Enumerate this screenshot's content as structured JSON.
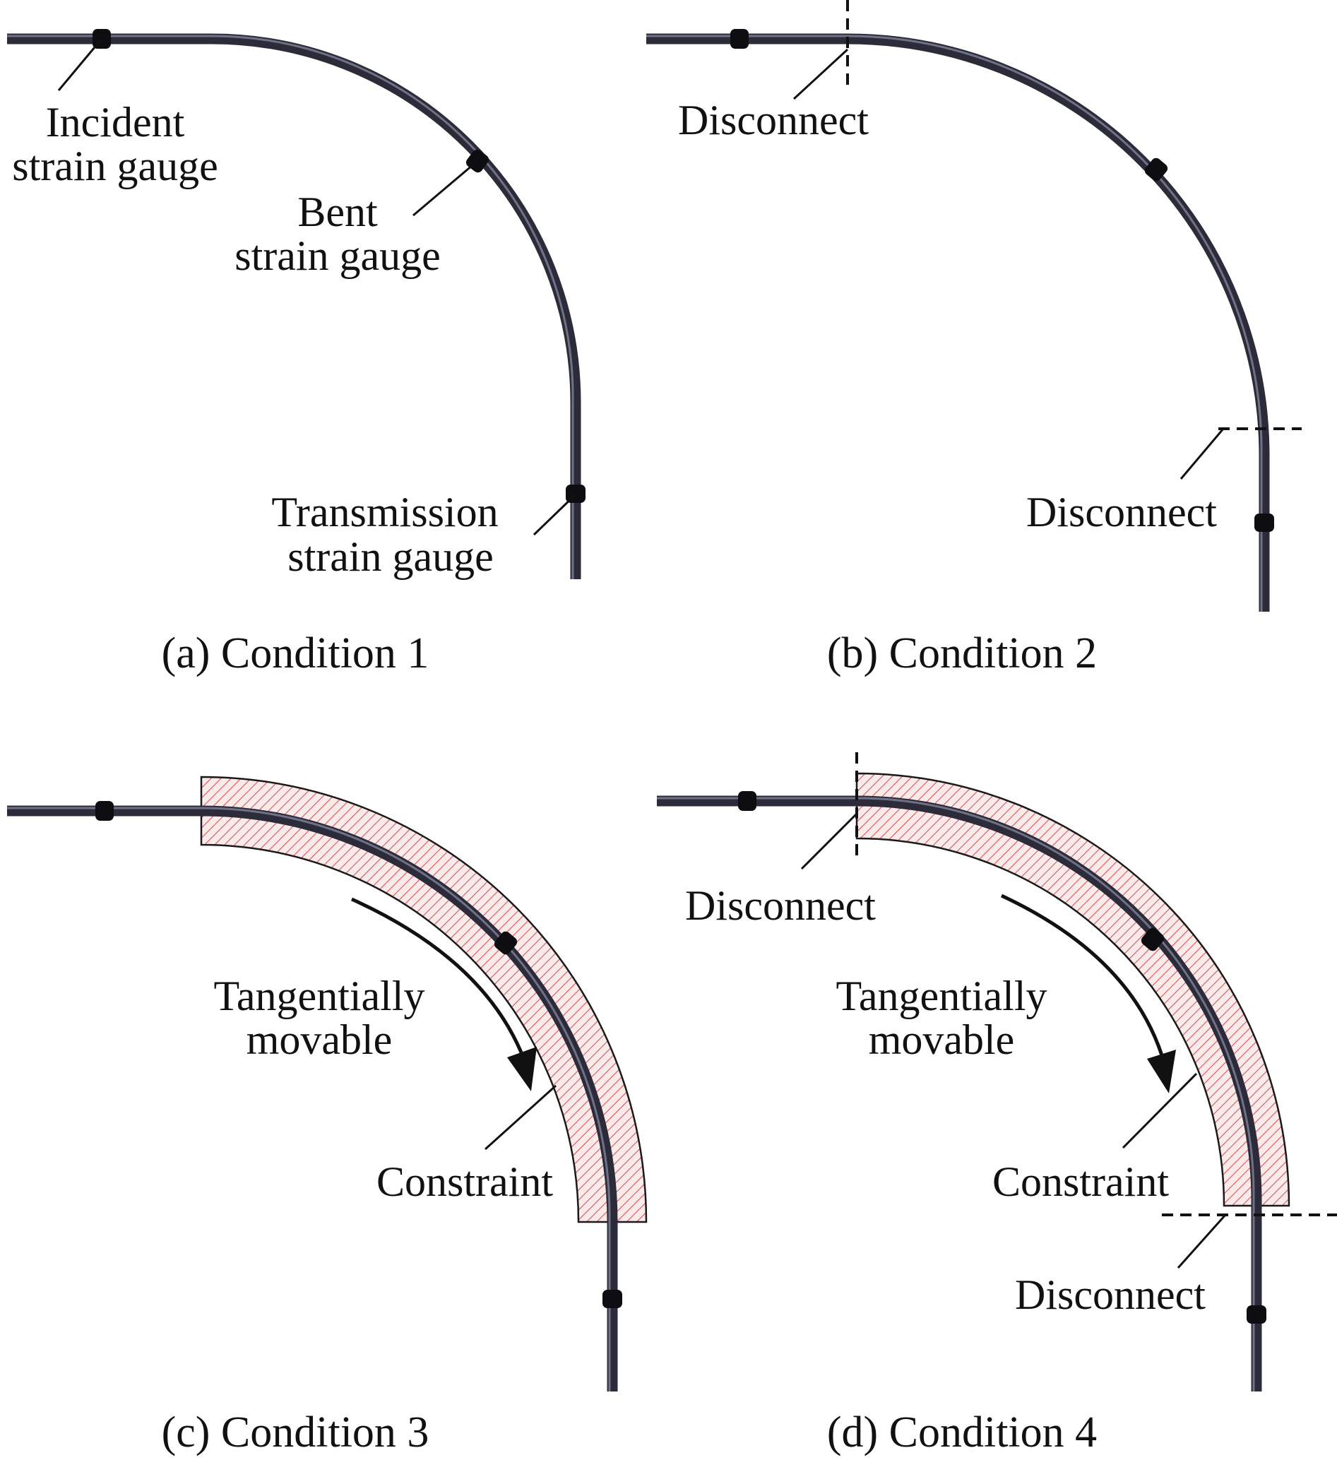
{
  "figure": {
    "panels": [
      {
        "id": "a",
        "caption": "(a) Condition 1",
        "labels": {
          "incident_line1": "Incident",
          "incident_line2": "strain gauge",
          "bent_line1": "Bent",
          "bent_line2": "strain gauge",
          "transmission_line1": "Transmission",
          "transmission_line2": "strain gauge"
        }
      },
      {
        "id": "b",
        "caption": "(b) Condition 2",
        "labels": {
          "disconnect_top": "Disconnect",
          "disconnect_bottom": "Disconnect"
        }
      },
      {
        "id": "c",
        "caption": "(c) Condition 3",
        "labels": {
          "movable_line1": "Tangentially",
          "movable_line2": "movable",
          "constraint": "Constraint"
        }
      },
      {
        "id": "d",
        "caption": "(d) Condition 4",
        "labels": {
          "disconnect_top": "Disconnect",
          "movable_line1": "Tangentially",
          "movable_line2": "movable",
          "constraint": "Constraint",
          "disconnect_bottom": "Disconnect"
        }
      }
    ]
  },
  "colors": {
    "rod": "#2b2b3a",
    "gauge": "#0d0d12",
    "constraint_fill": "#fbeaea",
    "constraint_hatch": "#d9555b",
    "text": "#111111"
  }
}
